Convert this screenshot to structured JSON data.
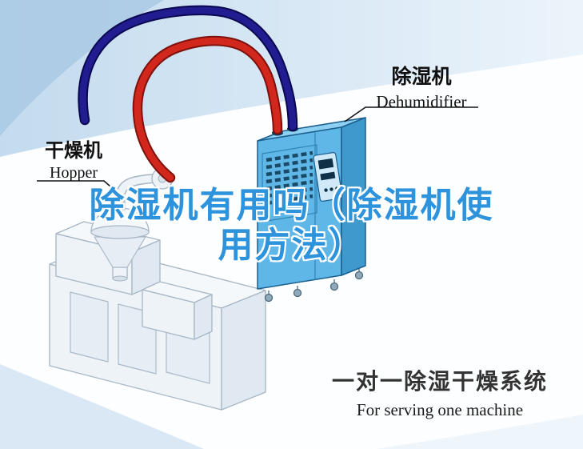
{
  "title": {
    "line1": "除湿机有用吗（除湿机使",
    "line2": "用方法）"
  },
  "hopper_label": {
    "zh": "干燥机",
    "en": "Hopper"
  },
  "dehumidifier_label": {
    "zh": "除湿机",
    "en": "Dehumidifier"
  },
  "caption": {
    "zh": "一对一除湿干燥系统",
    "en": "For serving one machine"
  },
  "colors": {
    "title-blue": "#2e93dd",
    "pipe-red": "#d2271c",
    "pipe-red-dark": "#7e120c",
    "pipe-navy": "#211c8f",
    "pipe-navy-dark": "#0a0850",
    "machine-front": "#5fb7e8",
    "machine-side": "#3f99cc",
    "machine-top": "#8ed0f2",
    "machine-outline": "#1b5f8e",
    "caption-dark": "#333333",
    "bg-band": "#b9d4ea",
    "bg-corner": "#a9c9e4"
  }
}
